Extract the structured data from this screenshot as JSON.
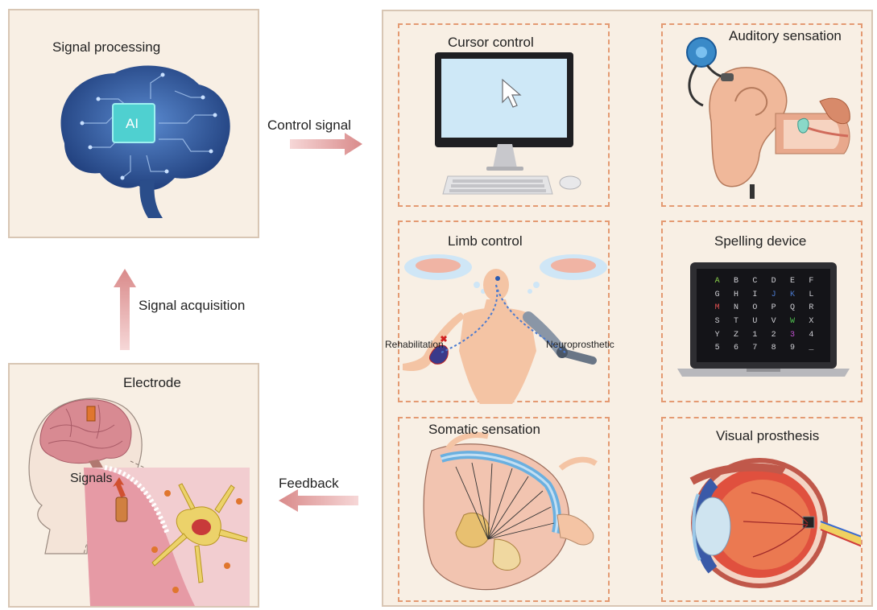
{
  "colors": {
    "panel_bg": "#f8efe4",
    "panel_border": "#d8c6b4",
    "dash_border": "#e49a72",
    "arrow": "#d98a8a",
    "ai_chip": "#4fd0d0"
  },
  "signal_processing": {
    "title": "Signal processing",
    "chip_label": "AI"
  },
  "acquisition": {
    "title": "Electrode",
    "signals_label": "Signals"
  },
  "flows": {
    "control_signal": "Control signal",
    "signal_acquisition": "Signal acquisition",
    "feedback": "Feedback"
  },
  "applications": {
    "cursor_control": "Cursor control",
    "auditory_sensation": "Auditory sensation",
    "limb_control": "Limb control",
    "rehabilitation": "Rehabilitation",
    "neuroprosthetic": "Neuroprosthetic",
    "spelling_device": "Spelling device",
    "speller_grid": [
      "A",
      "B",
      "C",
      "D",
      "E",
      "F",
      "G",
      "H",
      "I",
      "J",
      "K",
      "L",
      "M",
      "N",
      "O",
      "P",
      "Q",
      "R",
      "S",
      "T",
      "U",
      "V",
      "W",
      "X",
      "Y",
      "Z",
      "1",
      "2",
      "3",
      "4",
      "5",
      "6",
      "7",
      "8",
      "9",
      "_"
    ],
    "somatic_sensation": "Somatic sensation",
    "visual_prosthesis": "Visual prosthesis"
  }
}
